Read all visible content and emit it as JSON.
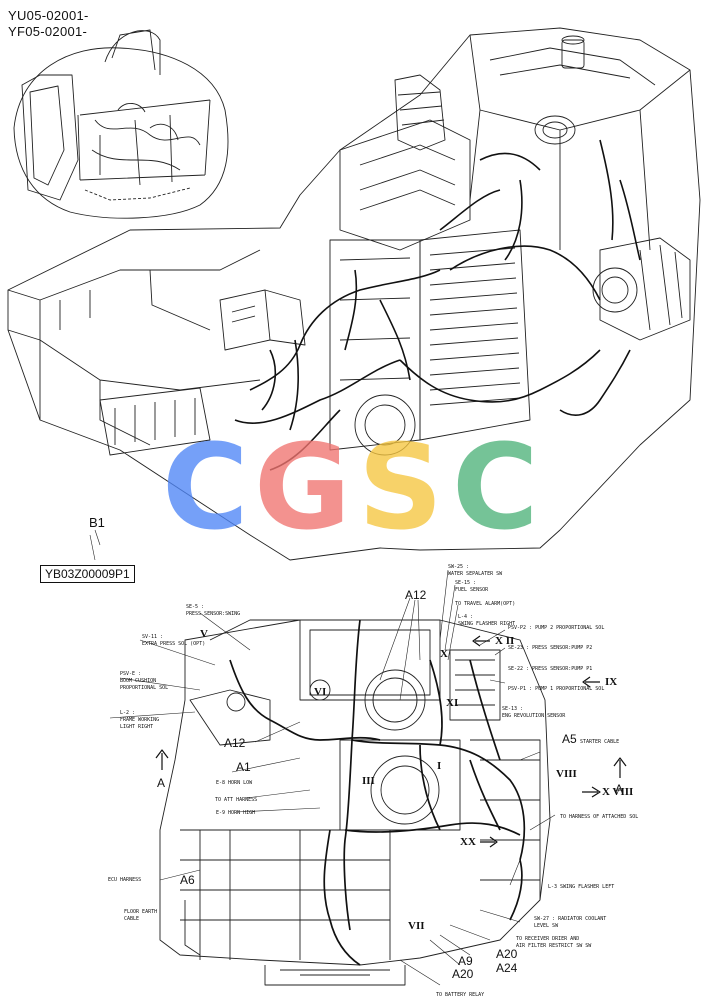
{
  "header": {
    "line1": "YU05-02001-",
    "line2": "YF05-02001-"
  },
  "callout": {
    "ref": "B1",
    "part_number": "YB03Z00009P1"
  },
  "watermark": {
    "letters": [
      {
        "char": "C",
        "color": "#4f86f7"
      },
      {
        "char": "G",
        "color": "#f07470"
      },
      {
        "char": "S",
        "color": "#f6c640"
      },
      {
        "char": "C",
        "color": "#4fb37a"
      }
    ]
  },
  "big_labels": {
    "a12_top": "A12",
    "a12_left": "A12",
    "a1": "A1",
    "a5": "A5",
    "a6": "A6",
    "a9": "A9",
    "a20_a": "A20",
    "a20_b": "A20",
    "a24": "A24",
    "view_a_left": "A",
    "view_a_right": "A"
  },
  "roman_labels": {
    "v": "V",
    "vi": "VI",
    "x": "X",
    "xii": "X II",
    "xi": "XI",
    "ix": "IX",
    "iii": "III",
    "i": "I",
    "viii": "VIII",
    "xviii": "X VIII",
    "xx": "XX",
    "vii": "VII"
  },
  "small_labels": {
    "sw25": "SW-25 :",
    "water_sep": "WATER SEPALATER SW",
    "se15": "SE-15 :",
    "fuel_sensor": "FUEL SENSOR",
    "travel_alarm": "TO TRAVEL ALARM(OPT)",
    "l4": "L-4 :",
    "swing_flasher_right": "SWING FLASHER RIGHT",
    "se5": "SE-5 :",
    "press_swing": "PRESS SENSOR:SWING",
    "sv11": "SV-11 :",
    "extra_press": "EXTRA PRESS SOL (OPT)",
    "psv_p2": "PSV-P2 : PUMP 2 PROPORTIONAL SOL",
    "se23": "SE-23 : PRESS SENSOR:PUMP P2",
    "se22": "SE-22 : PRESS SENSOR:PUMP P1",
    "psv_p1": "PSV-P1 : PUMP 1 PROPORTIONAL SOL",
    "psv_e": "PSV-E :",
    "boom_cushion": "BOOM CUSHION",
    "prop_sol": "PROPORTIONAL SOL",
    "l2": "L-2 :",
    "frame_working": "FRAME WORKING",
    "light_right": "LIGHT RIGHT",
    "se13": "SE-13 :",
    "eng_rev": "ENG REVOLUTION SENSOR",
    "starter_cable": "STARTER CABLE",
    "e8_low": "E-8 HORN LOW",
    "att_harness": "TO ATT HARNESS",
    "e9_high": "E-9 HORN HIGH",
    "harness_attached": "TO HARNESS OF ATTACHED SOL",
    "ecu_harness": "ECU HARNESS",
    "l3": "L-3 SWING FLASHER LEFT",
    "floor_earth": "FLOOR EARTH",
    "cable": "CABLE",
    "sw27": "SW-27 : RADIATOR COOLANT",
    "level_sw": "LEVEL SW",
    "receiver": "TO RECEIVER DRIER AND",
    "air_filter": "AIR FILTER RESTRICT SW SW",
    "battery_relay": "TO BATTERY RELAY"
  }
}
